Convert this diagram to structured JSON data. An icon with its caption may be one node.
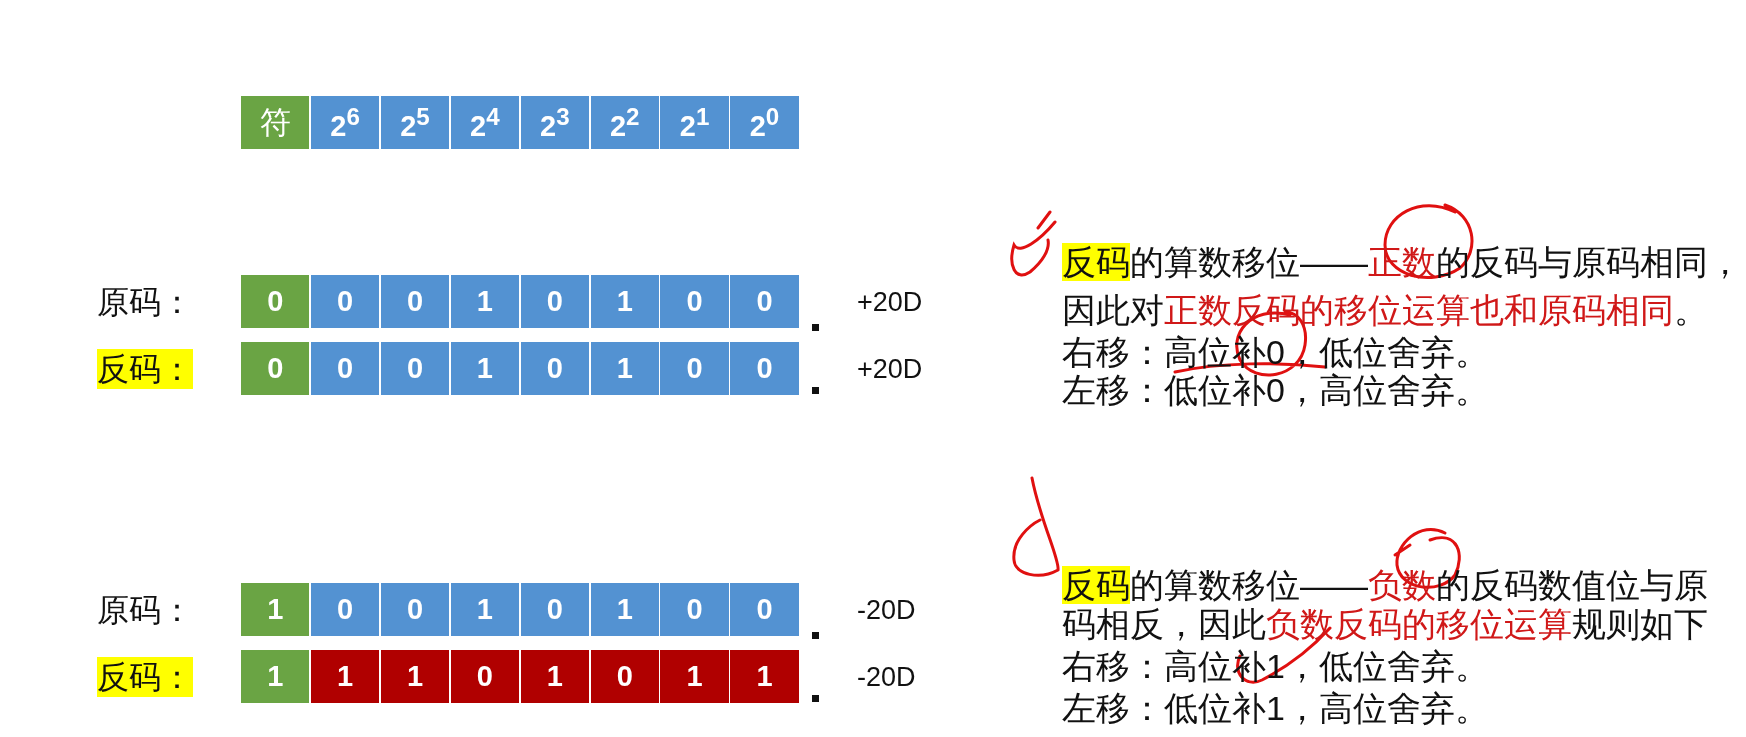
{
  "diagram": {
    "labels": [
      "符",
      "2$^{6}$",
      "2$^{5}$",
      "2$^{4}$",
      "2$^{3}$",
      "2$^{2}$",
      "2$^{1}$",
      "2$^{0}$",
      "原码：",
      "0",
      "0",
      "0",
      "1",
      "0",
      "1",
      "0",
      "0",
      "+20D",
      "反码：",
      "0",
      "0",
      "0",
      "1",
      "0",
      "1",
      "0",
      "0",
      "+20D",
      "原码：",
      "1",
      "0",
      "0",
      "1",
      "0",
      "1",
      "0",
      "0",
      "-20D",
      "反码：",
      "1",
      "1",
      "1",
      "0",
      "1",
      "0",
      "1",
      "1",
      "-20D",
      "反码",
      "的算数移位——",
      "正数",
      "的反码与原码相同，",
      "因此对",
      "正数反码的移位运算也和原码相同",
      "。",
      "右移：高位补0，低位舍弃。",
      "左移：低位补0，高位舍弃。",
      "反码",
      "的算数移位——",
      "负数",
      "的反码数值位与原",
      "码相反，因此",
      "负数反码的移位运算",
      "规则如下",
      "右移：高位补1，低位舍弃。",
      "左移：低位补1，高位舍弃。"
    ]
  }
}
